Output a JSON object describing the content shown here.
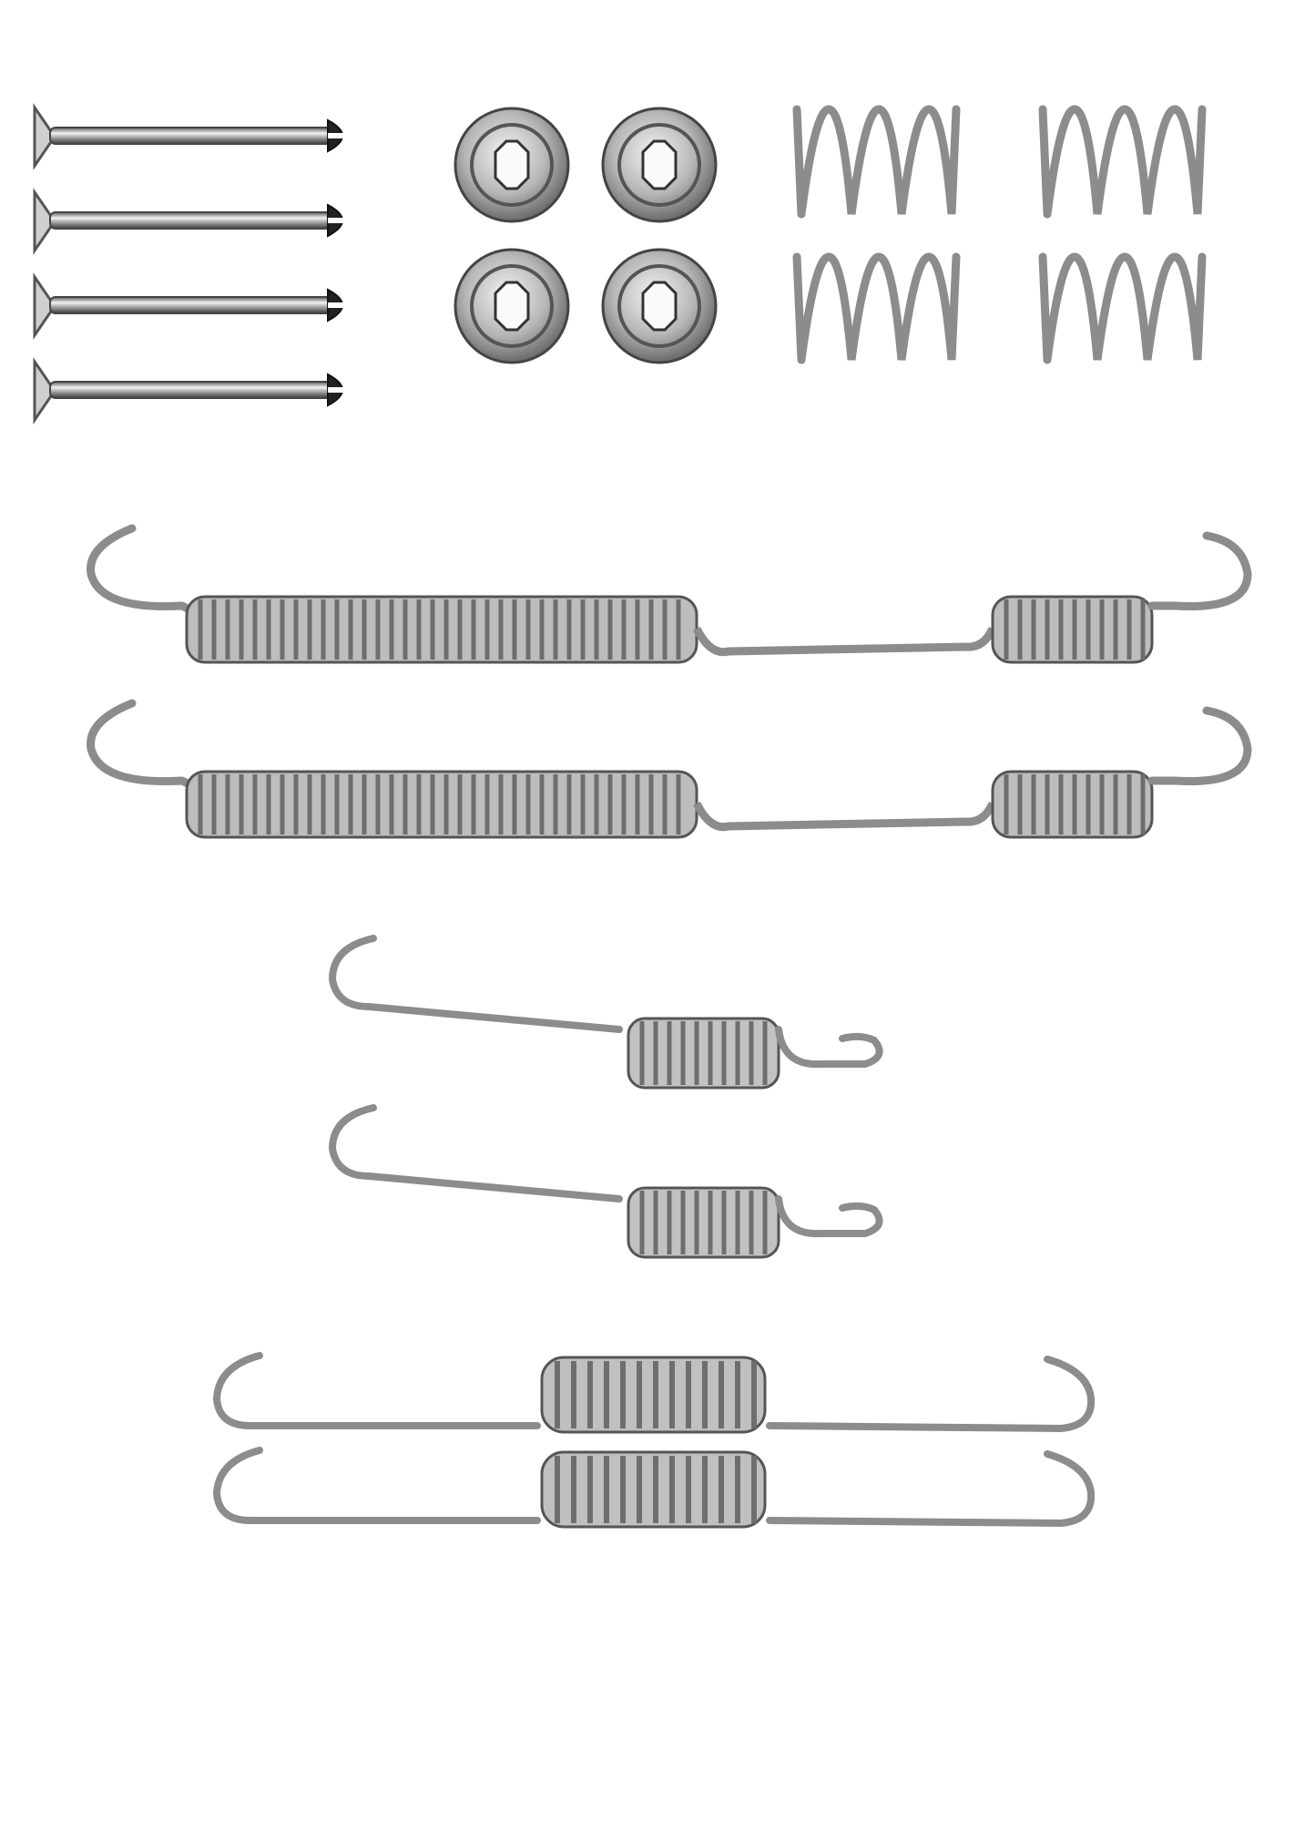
{
  "scene": {
    "description_free": true,
    "background_color": "#ffffff",
    "metal_color": "#9a9a9a",
    "metal_dark": "#3c3c3c",
    "metal_light": "#e6e6e6"
  },
  "items": {
    "hold_down_pins": {
      "count": 4,
      "icon": "pin-icon"
    },
    "retainer_cups": {
      "count": 4,
      "icon": "cup-washer-icon"
    },
    "compression_springs": {
      "count": 4,
      "icon": "coil-spring-icon"
    },
    "long_return_springs": {
      "count": 2,
      "icon": "dual-coil-spring-icon"
    },
    "medium_return_springs": {
      "count": 2,
      "icon": "hook-spring-icon"
    },
    "short_return_springs": {
      "count": 2,
      "icon": "center-coil-spring-icon"
    }
  }
}
